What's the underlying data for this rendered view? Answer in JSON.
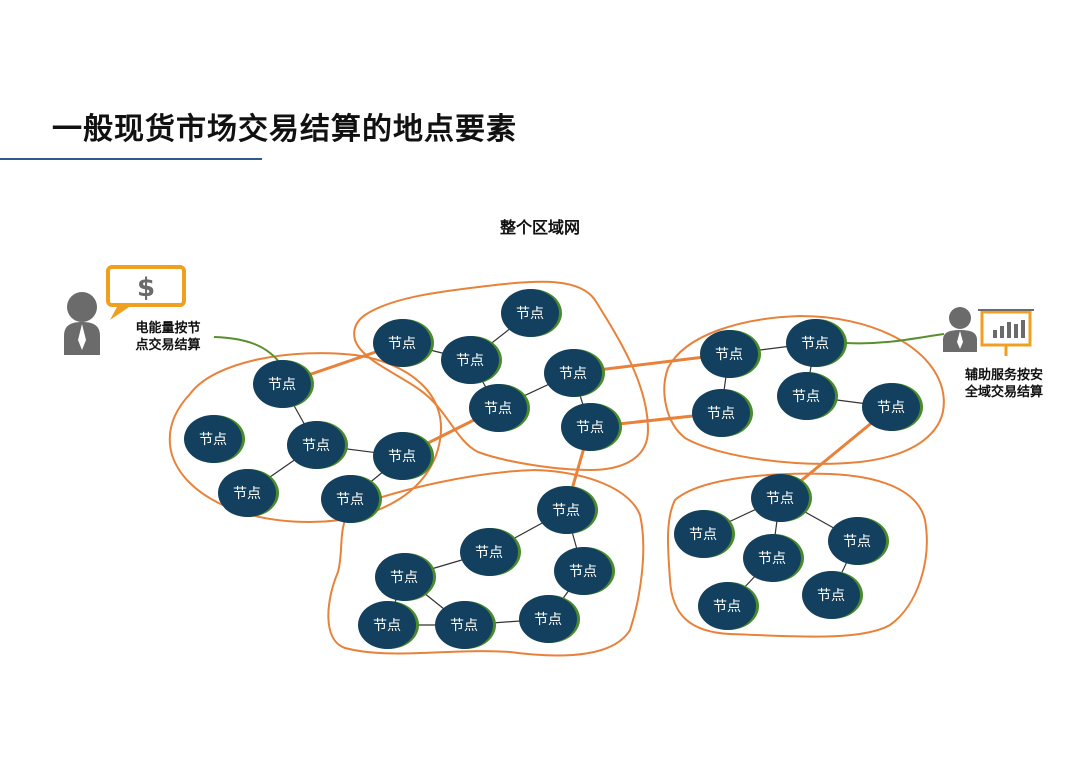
{
  "page": {
    "title": "一般现货市场交易结算的地点要素"
  },
  "diagram": {
    "title": "整个区域网",
    "node_label": "节点",
    "left_person": {
      "label": "电能量按节\n点交易结算",
      "bubble_icon": "$"
    },
    "right_person": {
      "label": "辅助服务按安\n全域交易结算"
    },
    "colors": {
      "node_fill": "#12405e",
      "node_accent": "#4a8a2a",
      "region_outline": "#e8823a",
      "inter_link": "#e8823a",
      "intra_link": "#333333",
      "person_link": "#5a8f2e",
      "icon_gold": "#f0a020",
      "person_gray": "#6b6b6b"
    }
  }
}
